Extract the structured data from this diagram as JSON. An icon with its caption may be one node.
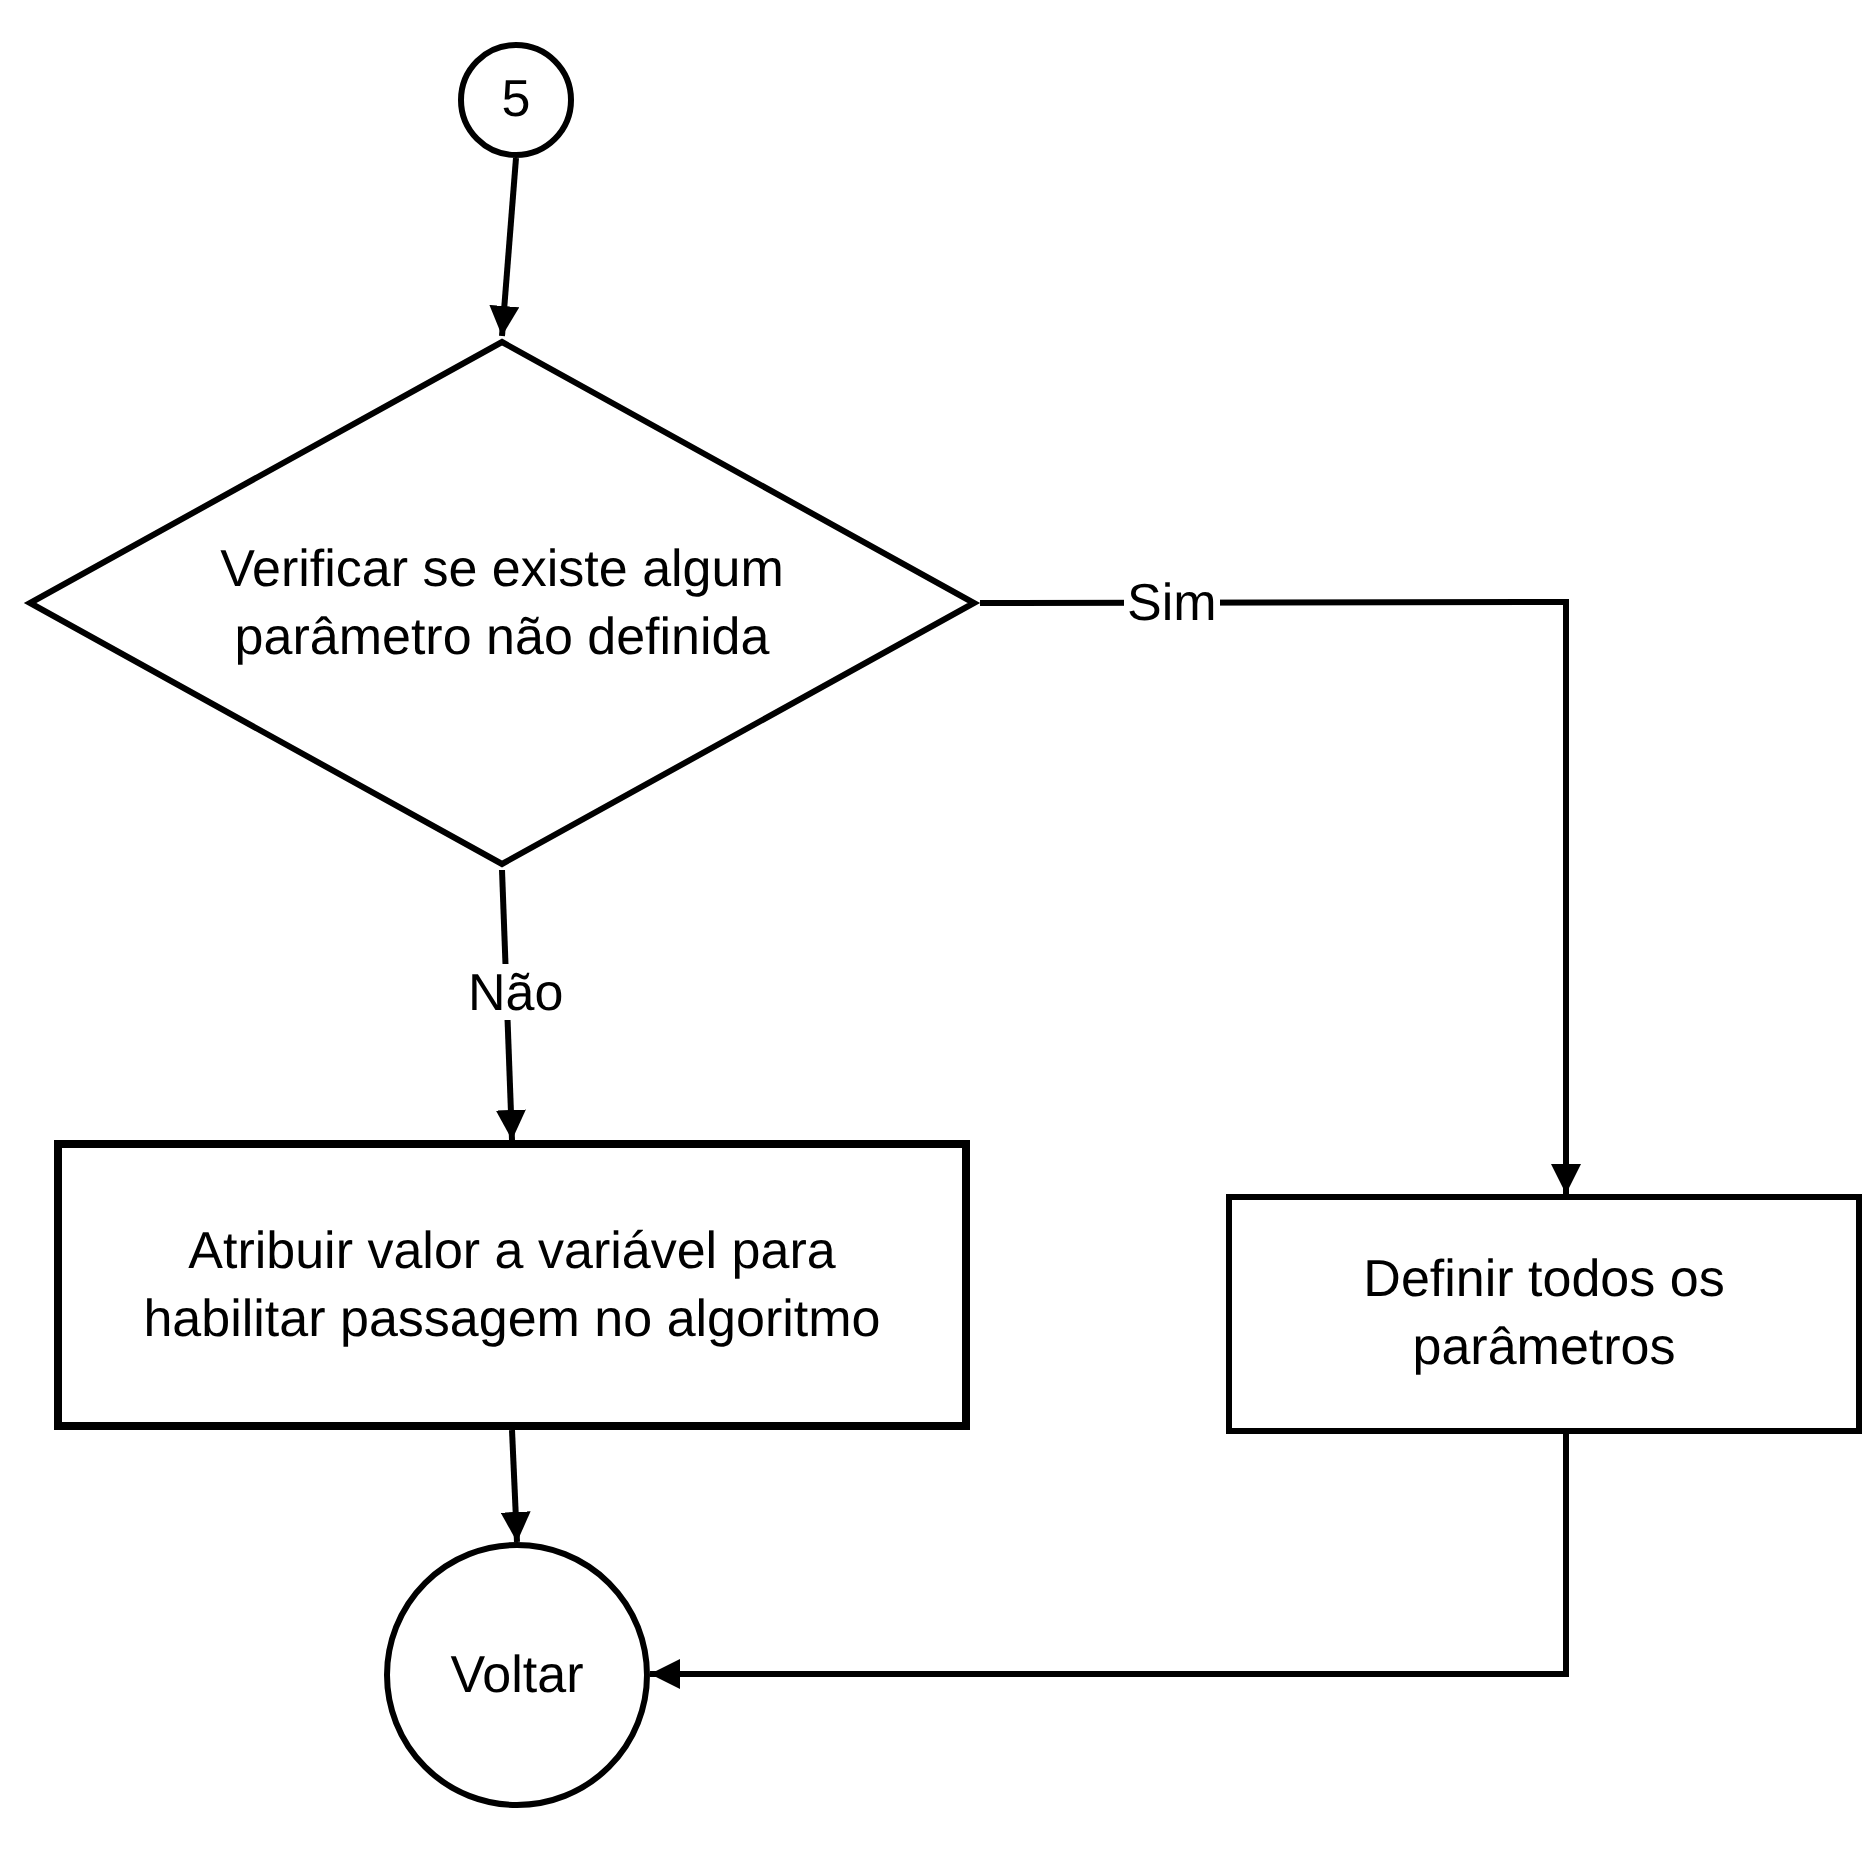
{
  "diagram": {
    "nodes": [
      {
        "text": [
          "5"
        ]
      },
      {
        "text": [
          "Verificar se existe algum parâmetro não definida"
        ]
      },
      {
        "text": [
          "Atribuir valor a variável para habilitar passagem no algoritmo"
        ]
      },
      {
        "text": [
          "Definir todos os parâmetros"
        ]
      },
      {
        "text": [
          "Voltar"
        ]
      }
    ],
    "edges": [
      {
        "from": 0,
        "to": 1,
        "arrow": "to"
      },
      {
        "from": 1,
        "to": 2,
        "arrow": "to",
        "label": "Não"
      },
      {
        "from": 1,
        "to": 3,
        "arrow": "to",
        "label": "Sim"
      },
      {
        "from": 2,
        "to": 4,
        "arrow": "to"
      },
      {
        "from": 3,
        "to": 4,
        "arrow": "to"
      }
    ]
  }
}
